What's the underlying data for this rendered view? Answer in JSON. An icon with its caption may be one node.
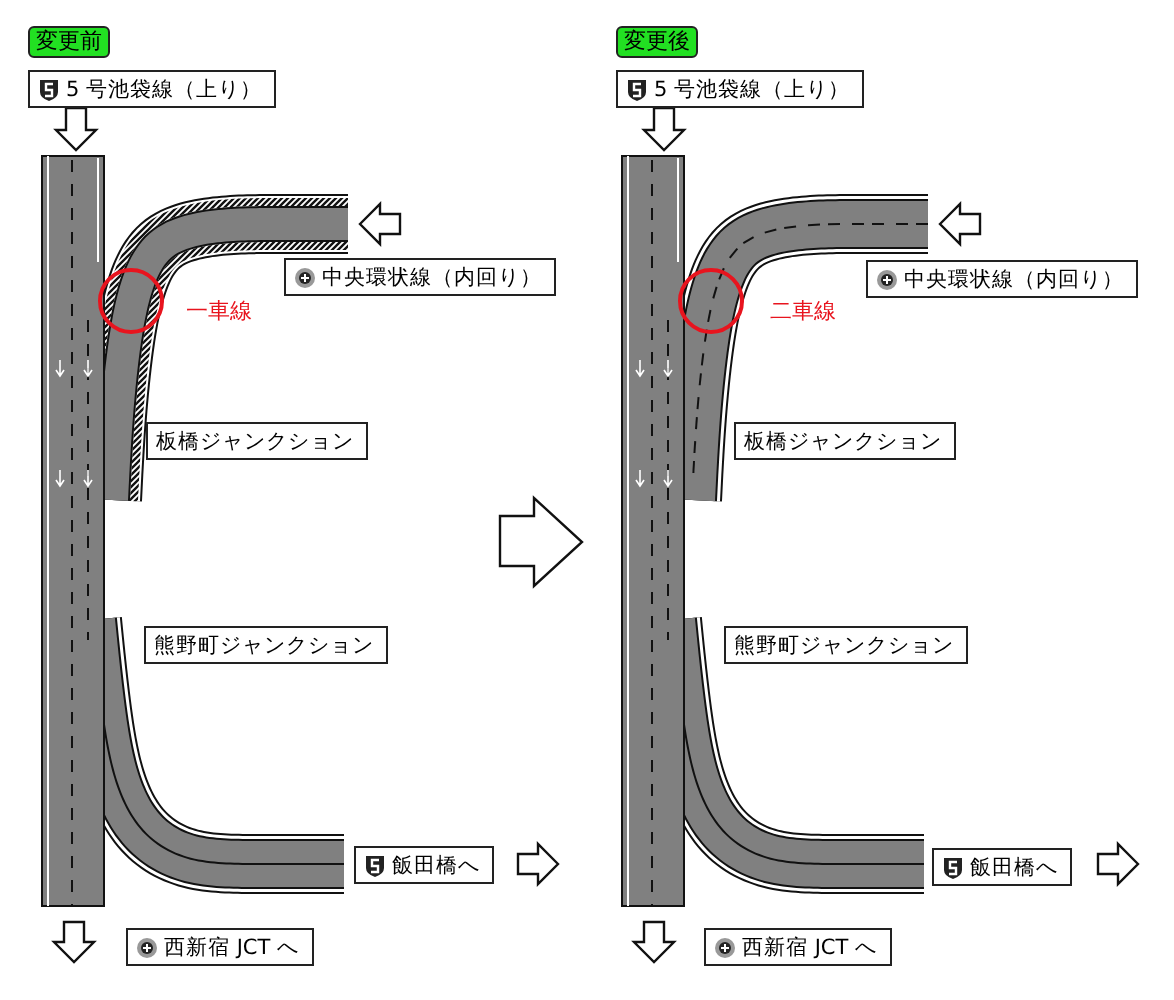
{
  "diagram": {
    "nodes": [
      {
        "text": [
          "変更前"
        ]
      },
      {
        "text": [
          "5 号池袋線（上り）"
        ]
      },
      {
        "text": [],
        "shape": "circle",
        "beside": [
          "一車線"
        ]
      },
      {
        "text": [
          "中央環状線（内回り）"
        ]
      },
      {
        "text": [
          "板橋ジャンクション"
        ]
      },
      {
        "text": [
          "熊野町ジャンクション"
        ]
      },
      {
        "text": [
          "飯田橋へ"
        ]
      },
      {
        "text": [
          "西新宿 JCT へ"
        ]
      },
      {
        "text": [
          "変更後"
        ]
      },
      {
        "text": [
          "5 号池袋線（上り）"
        ]
      },
      {
        "text": [],
        "shape": "circle",
        "beside": [
          "二車線"
        ]
      },
      {
        "text": [
          "中央環状線（内回り）"
        ]
      },
      {
        "text": [
          "板橋ジャンクション"
        ]
      },
      {
        "text": [
          "熊野町ジャンクション"
        ]
      },
      {
        "text": [
          "飯田橋へ"
        ]
      },
      {
        "text": [
          "西新宿 JCT へ"
        ]
      }
    ],
    "edges": [
      {
        "from": 1,
        "to": null,
        "arrow": "to"
      },
      {
        "from": 9,
        "to": null,
        "arrow": "to"
      }
    ]
  }
}
